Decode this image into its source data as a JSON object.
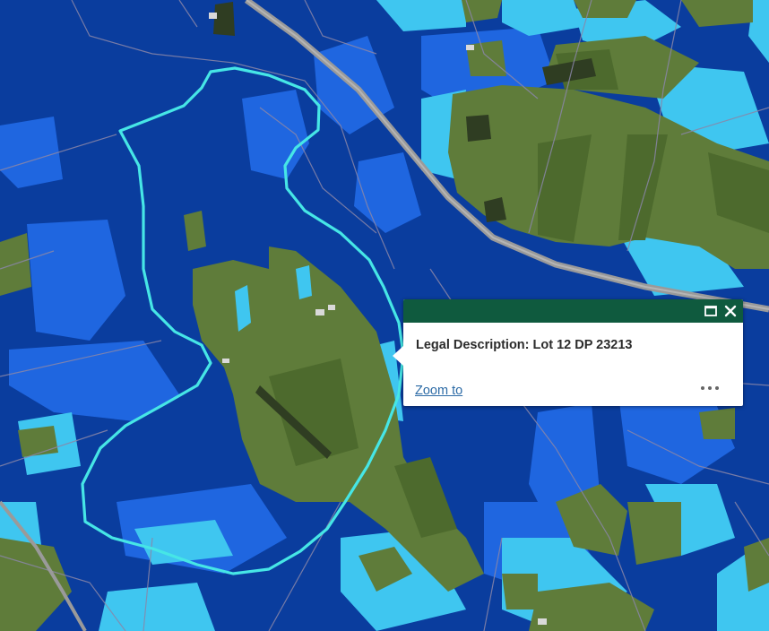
{
  "popup": {
    "title": "Legal Description: Lot 12 DP 23213",
    "zoom_to_label": "Zoom to",
    "actions": [
      "maximize-icon",
      "close-icon",
      "more-options-icon"
    ]
  },
  "map": {
    "layers": [
      "aerial-imagery",
      "flood-depth",
      "property-boundaries",
      "selected-parcel"
    ],
    "colors": {
      "deep_water": "#0a3d9e",
      "medium_water": "#1f66e0",
      "shallow_water": "#3fc6f0",
      "pasture": "#5f7c3a",
      "pasture_dark": "#4d6a2d",
      "road": "#9a9a9a",
      "boundary": "#8a86a8",
      "selected_parcel": "#46e6e6",
      "popup_header": "#0f5a3e",
      "link": "#2b6aa5"
    }
  }
}
